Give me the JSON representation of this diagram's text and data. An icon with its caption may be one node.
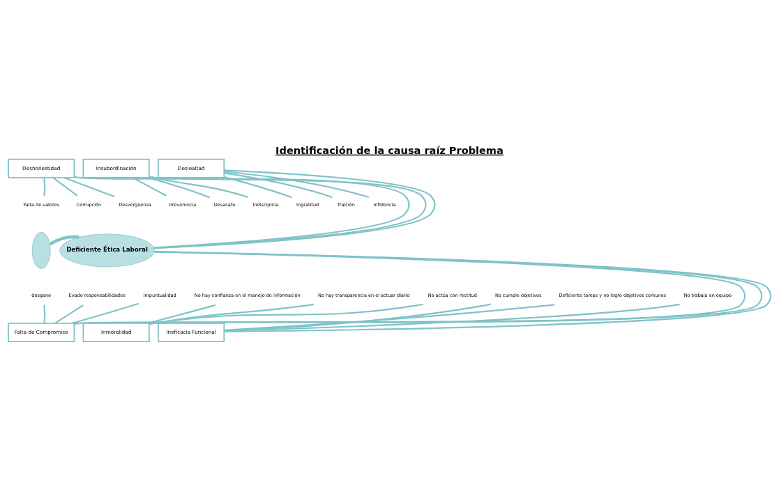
{
  "diagram": {
    "title": "Identificación de la causa raíz Problema",
    "nodes": [
      {
        "text": [
          "Deshonestidad"
        ]
      },
      {
        "text": [
          "Insubordinación"
        ]
      },
      {
        "text": [
          "Deslealtad"
        ]
      },
      {
        "text": [
          "Falta de valores"
        ]
      },
      {
        "text": [
          "Corrupción"
        ]
      },
      {
        "text": [
          "Desvergüenza"
        ]
      },
      {
        "text": [
          "Irreverencia"
        ]
      },
      {
        "text": [
          "Desacato"
        ]
      },
      {
        "text": [
          "Indisciplina"
        ]
      },
      {
        "text": [
          "Ingratitud"
        ]
      },
      {
        "text": [
          "Traición"
        ]
      },
      {
        "text": [
          "Infidencia"
        ]
      },
      {
        "text": [],
        "shape": "crescent"
      },
      {
        "text": [
          "Deficiente Ética Laboral"
        ]
      },
      {
        "text": [
          "desgano"
        ]
      },
      {
        "text": [
          "Evade responsabilidades"
        ]
      },
      {
        "text": [
          "Impuntualidad"
        ]
      },
      {
        "text": [
          "No hay confianza en el manejo de información"
        ]
      },
      {
        "text": [
          "No hay transparencia en el actuar diario"
        ]
      },
      {
        "text": [
          "No actúa con rectitud"
        ]
      },
      {
        "text": [
          "No cumple objetivos"
        ]
      },
      {
        "text": [
          "Deficiente tareas y no logro objetivos comunes"
        ]
      },
      {
        "text": [
          "No trabaja en equipo"
        ]
      },
      {
        "text": [
          "Falta de Compromiso"
        ]
      },
      {
        "text": [
          "Inmoralidad"
        ]
      },
      {
        "text": [
          "Ineficacia Funcional"
        ]
      }
    ],
    "edges": [
      {
        "from": 12,
        "to": 13,
        "arrow": "none",
        "style": "thick"
      },
      {
        "from": 0,
        "to": 13,
        "arrow": "none"
      },
      {
        "from": 1,
        "to": 13,
        "arrow": "none"
      },
      {
        "from": 2,
        "to": 13,
        "arrow": "none"
      },
      {
        "from": 3,
        "to": 0,
        "arrow": "none"
      },
      {
        "from": 4,
        "to": 0,
        "arrow": "none"
      },
      {
        "from": 5,
        "to": 0,
        "arrow": "none"
      },
      {
        "from": 6,
        "to": 1,
        "arrow": "none"
      },
      {
        "from": 7,
        "to": 1,
        "arrow": "none"
      },
      {
        "from": 8,
        "to": 1,
        "arrow": "none"
      },
      {
        "from": 9,
        "to": 2,
        "arrow": "none"
      },
      {
        "from": 10,
        "to": 2,
        "arrow": "none"
      },
      {
        "from": 11,
        "to": 2,
        "arrow": "none"
      },
      {
        "from": 23,
        "to": 13,
        "arrow": "none"
      },
      {
        "from": 24,
        "to": 13,
        "arrow": "none"
      },
      {
        "from": 25,
        "to": 13,
        "arrow": "none"
      },
      {
        "from": 14,
        "to": 23,
        "arrow": "none"
      },
      {
        "from": 15,
        "to": 23,
        "arrow": "none"
      },
      {
        "from": 16,
        "to": 23,
        "arrow": "none"
      },
      {
        "from": 17,
        "to": 24,
        "arrow": "none"
      },
      {
        "from": 18,
        "to": 24,
        "arrow": "none"
      },
      {
        "from": 19,
        "to": 24,
        "arrow": "none"
      },
      {
        "from": 20,
        "to": 25,
        "arrow": "none"
      },
      {
        "from": 21,
        "to": 25,
        "arrow": "none"
      },
      {
        "from": 22,
        "to": 25,
        "arrow": "none"
      }
    ]
  }
}
